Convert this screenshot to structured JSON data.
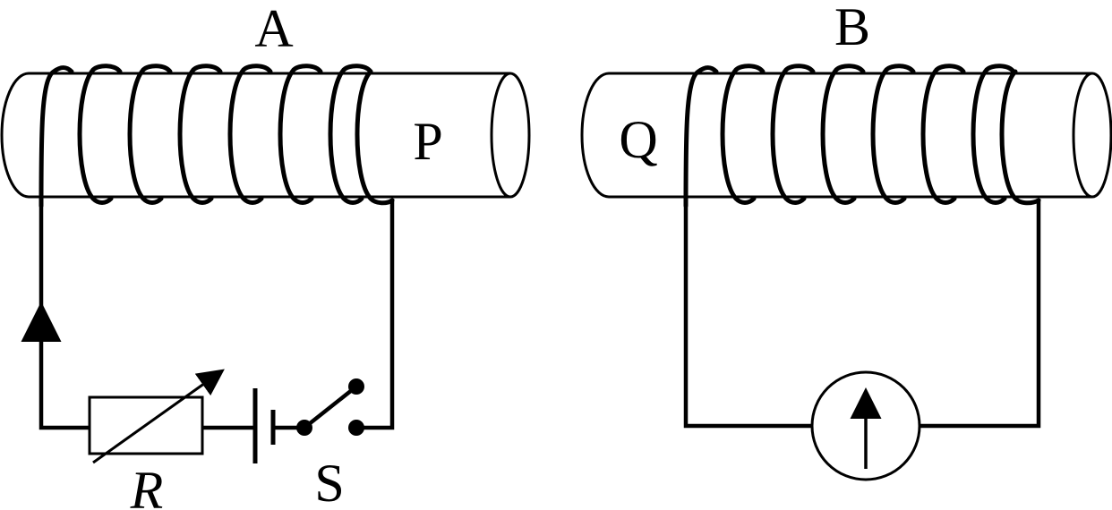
{
  "labels": {
    "coil_a": "A",
    "coil_b": "B",
    "end_p": "P",
    "end_q": "Q",
    "rheostat": "R",
    "switch": "S"
  },
  "colors": {
    "ink": "#000000",
    "background": "#ffffff"
  },
  "icons": {
    "rheostat": "variable-resistor-icon",
    "battery": "battery-icon",
    "switch": "open-switch-icon",
    "meter": "galvanometer-icon",
    "current_arrow": "arrow-up-icon"
  }
}
